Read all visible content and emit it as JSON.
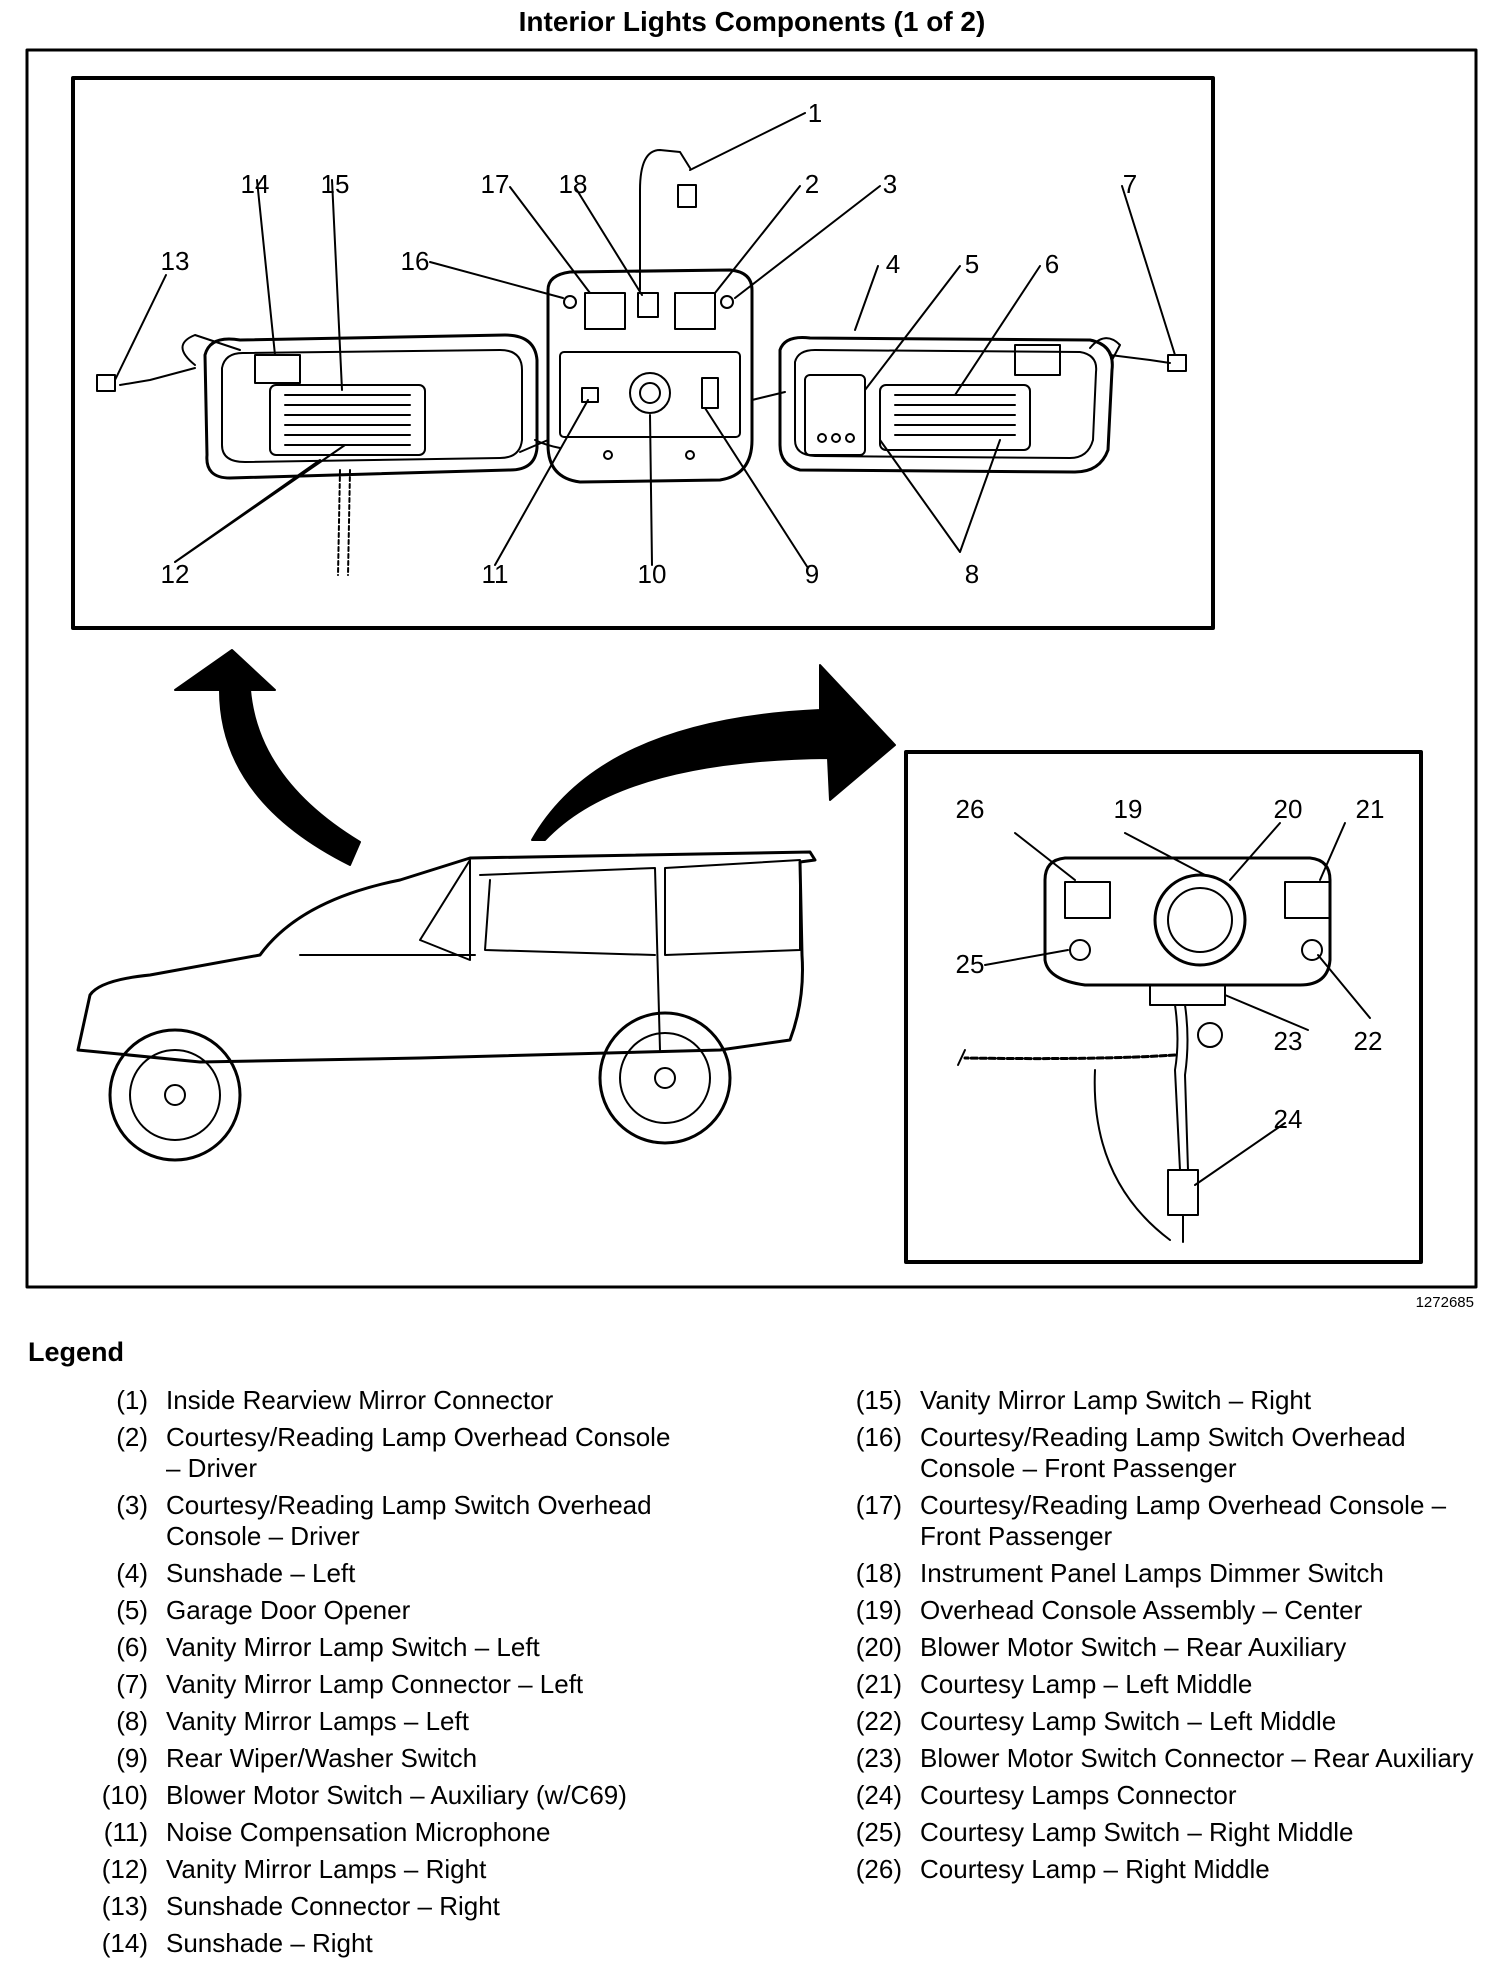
{
  "title": "Interior Lights Components (1 of 2)",
  "figure_code": "1272685",
  "legend_title": "Legend",
  "callouts": [
    "1",
    "2",
    "3",
    "4",
    "5",
    "6",
    "7",
    "8",
    "9",
    "10",
    "11",
    "12",
    "13",
    "14",
    "15",
    "16",
    "17",
    "18",
    "19",
    "20",
    "21",
    "22",
    "23",
    "24",
    "25",
    "26"
  ],
  "legend": [
    {
      "num": "(1)",
      "text": "Inside Rearview Mirror Connector"
    },
    {
      "num": "(2)",
      "text": "Courtesy/Reading Lamp Overhead Console – Driver"
    },
    {
      "num": "(3)",
      "text": "Courtesy/Reading Lamp Switch Overhead Console – Driver"
    },
    {
      "num": "(4)",
      "text": "Sunshade – Left"
    },
    {
      "num": "(5)",
      "text": "Garage Door Opener"
    },
    {
      "num": "(6)",
      "text": "Vanity Mirror Lamp Switch – Left"
    },
    {
      "num": "(7)",
      "text": "Vanity Mirror Lamp Connector – Left"
    },
    {
      "num": "(8)",
      "text": "Vanity Mirror Lamps – Left"
    },
    {
      "num": "(9)",
      "text": "Rear Wiper/Washer Switch"
    },
    {
      "num": "(10)",
      "text": "Blower Motor Switch – Auxiliary (w/C69)"
    },
    {
      "num": "(11)",
      "text": "Noise Compensation Microphone"
    },
    {
      "num": "(12)",
      "text": "Vanity Mirror Lamps – Right"
    },
    {
      "num": "(13)",
      "text": "Sunshade Connector – Right"
    },
    {
      "num": "(14)",
      "text": "Sunshade – Right"
    },
    {
      "num": "(15)",
      "text": "Vanity Mirror Lamp Switch – Right"
    },
    {
      "num": "(16)",
      "text": "Courtesy/Reading Lamp Switch Overhead Console – Front Passenger"
    },
    {
      "num": "(17)",
      "text": "Courtesy/Reading Lamp Overhead Console – Front Passenger"
    },
    {
      "num": "(18)",
      "text": "Instrument Panel Lamps Dimmer Switch"
    },
    {
      "num": "(19)",
      "text": "Overhead Console Assembly – Center"
    },
    {
      "num": "(20)",
      "text": "Blower Motor Switch – Rear Auxiliary"
    },
    {
      "num": "(21)",
      "text": "Courtesy Lamp – Left Middle"
    },
    {
      "num": "(22)",
      "text": "Courtesy Lamp Switch – Left Middle"
    },
    {
      "num": "(23)",
      "text": "Blower Motor Switch Connector – Rear Auxiliary"
    },
    {
      "num": "(24)",
      "text": "Courtesy Lamps Connector"
    },
    {
      "num": "(25)",
      "text": "Courtesy Lamp Switch – Right Middle"
    },
    {
      "num": "(26)",
      "text": "Courtesy Lamp – Right Middle"
    }
  ]
}
